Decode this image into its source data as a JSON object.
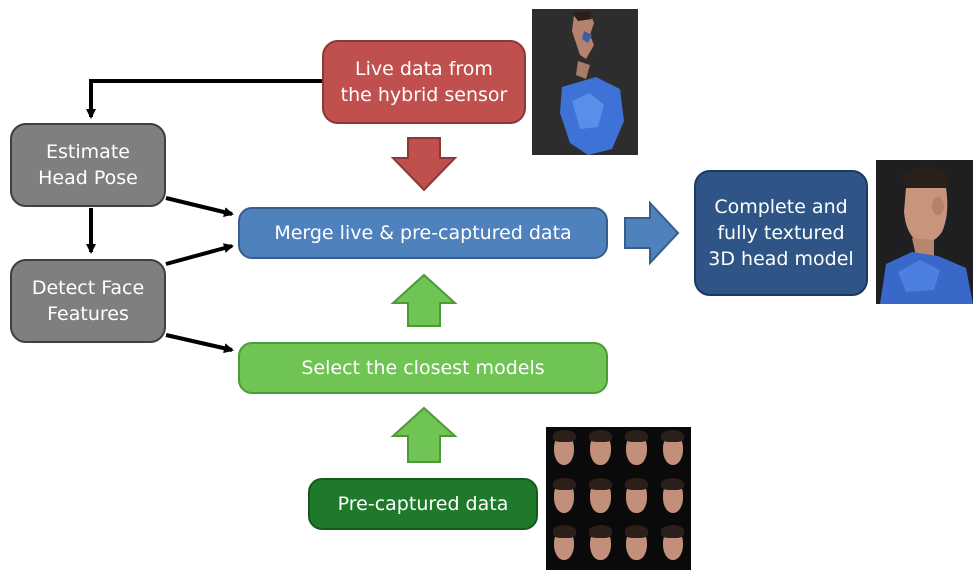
{
  "boxes": {
    "live": {
      "line1": "Live data from",
      "line2": "the hybrid sensor"
    },
    "estimate": {
      "line1": "Estimate",
      "line2": "Head Pose"
    },
    "detect": {
      "line1": "Detect Face",
      "line2": "Features"
    },
    "merge": {
      "label": "Merge live & pre-captured data"
    },
    "select": {
      "label": "Select the closest models"
    },
    "precaptured": {
      "label": "Pre-captured data"
    },
    "final": {
      "line1": "Complete and",
      "line2": "fully textured",
      "line3": "3D head model"
    }
  },
  "colors": {
    "live": "#c0504d",
    "pose": "#7f7f7f",
    "merge": "#4f81bd",
    "select": "#70c454",
    "precaptured": "#1e7a2a",
    "final": "#2e5586",
    "connector": "#000000"
  },
  "images": {
    "live_capture": "partial-head-scan",
    "final_model": "textured-head-model",
    "face_grid": "precaptured-face-models-grid"
  }
}
